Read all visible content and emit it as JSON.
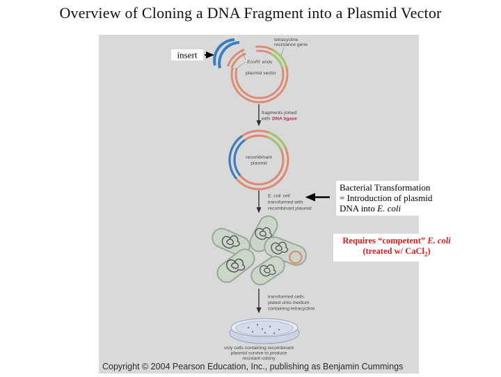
{
  "slide": {
    "title": "Overview of Cloning a DNA Fragment into a Plasmid Vector",
    "copyright": "Copyright © 2004 Pearson Education, Inc., publishing as Benjamin Cummings"
  },
  "diagram": {
    "insert": "insert",
    "tetracycline": {
      "l1": "tetracycline",
      "l2": "resistance gene"
    },
    "ecori": {
      "enzyme": "EcoRI",
      "rest": "ends"
    },
    "plasmid_vector": "plasmid vector",
    "ligation": {
      "l1": "fragments joined",
      "l2a": "with",
      "l2b": "DNA ligase"
    },
    "recombinant": {
      "l1": "recombinant",
      "l2": "plasmid"
    },
    "transform_step": {
      "l1a": "E. coli",
      "l1b": "cell",
      "l2": "transformed with",
      "l3": "recombinant plasmid"
    },
    "plating_step": {
      "l1": "transformed cells",
      "l2": "plated onto medium",
      "l3": "containing tetracycline"
    },
    "result": {
      "l1": "only cells containing recombinant",
      "l2": "plasmid survive to produce",
      "l3": "resistant colony"
    }
  },
  "notes": {
    "transformation": {
      "l1": "Bacterial Transformation",
      "l2": "= Introduction of plasmid",
      "l3a": "DNA into ",
      "l3b": "E. coli"
    },
    "competent": {
      "l1a": "Requires “competent” ",
      "l1b": "E. coli",
      "l2a": "(treated w/ CaCl",
      "l2sub": "2",
      "l2b": ")"
    }
  },
  "colors": {
    "panel_gray": "#d9d9d9",
    "plasmid_orange": "#dd8b72",
    "insert_blue": "#3a7ec2",
    "gene_green": "#9fc868",
    "ligase_magenta": "#b5275f",
    "note_red": "#e01a1a",
    "cell_fill": "#cbd5ca",
    "cell_stroke": "#98a898",
    "dish_fill": "#ccd4e4"
  }
}
